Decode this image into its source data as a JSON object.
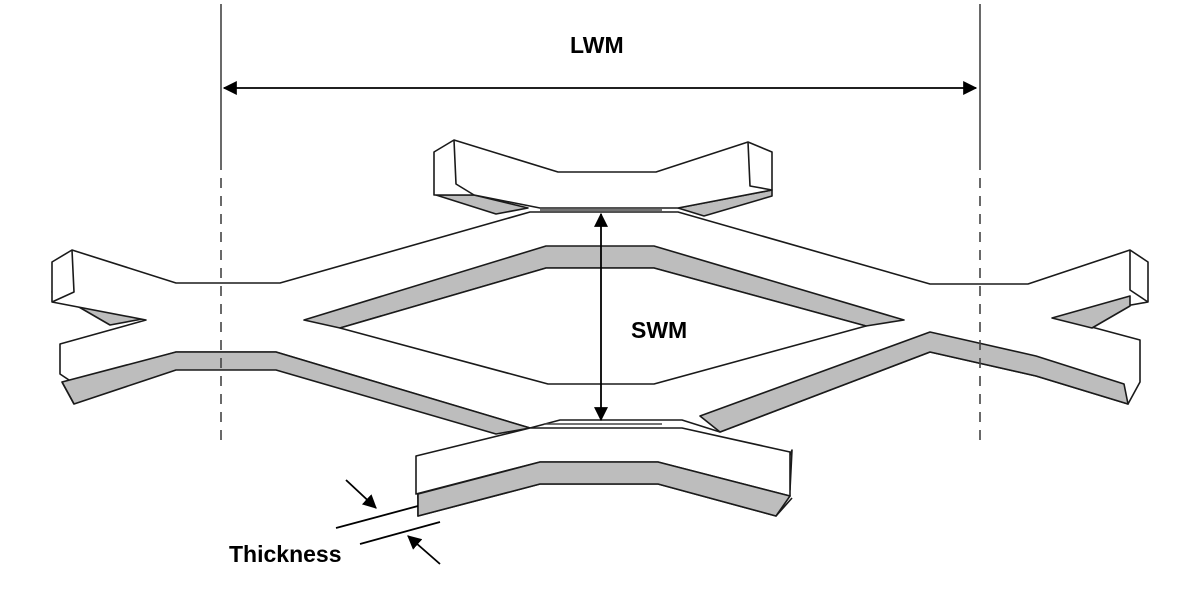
{
  "labels": {
    "long_way": "LWM",
    "short_way": "SWM",
    "thickness": "Thickness"
  },
  "colors": {
    "stroke": "#1a1a1a",
    "face": "#ffffff",
    "shadow": "#bdbdbd",
    "text": "#000000"
  }
}
